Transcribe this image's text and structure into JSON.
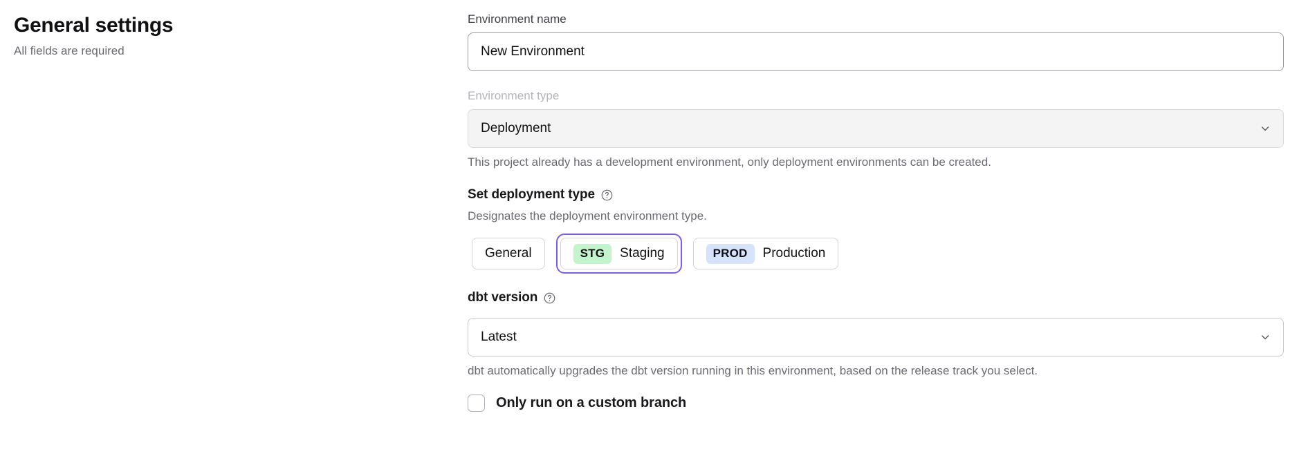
{
  "header": {
    "title": "General settings",
    "subtitle": "All fields are required"
  },
  "form": {
    "environment_name": {
      "label": "Environment name",
      "value": "New Environment",
      "placeholder": "Environment name"
    },
    "environment_type": {
      "label": "Environment type",
      "value": "Deployment",
      "disabled": true,
      "chevron_icon": "chevron-down-icon",
      "helper": "This project already has a development environment, only deployment environments can be created."
    },
    "deployment_type": {
      "label": "Set deployment type",
      "help_icon": "question-circle-icon",
      "description": "Designates the deployment environment type.",
      "options": [
        {
          "id": "general",
          "badge": "",
          "label": "General",
          "selected": false
        },
        {
          "id": "staging",
          "badge": "STG",
          "label": "Staging",
          "selected": true,
          "badge_color": "#c3f5cc"
        },
        {
          "id": "production",
          "badge": "PROD",
          "label": "Production",
          "selected": false,
          "badge_color": "#d6e4fb"
        }
      ],
      "selected_outline_color": "#7c5cf0"
    },
    "dbt_version": {
      "label": "dbt version",
      "help_icon": "question-circle-icon",
      "value": "Latest",
      "chevron_icon": "chevron-down-icon",
      "helper": "dbt automatically upgrades the dbt version running in this environment, based on the release track you select."
    },
    "custom_branch": {
      "label": "Only run on a custom branch",
      "checked": false
    }
  }
}
